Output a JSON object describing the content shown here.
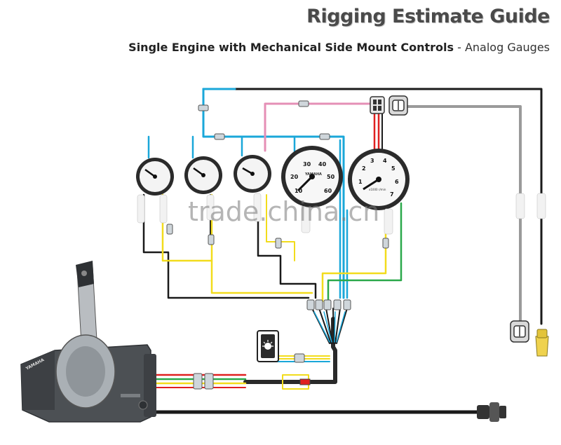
{
  "header": {
    "title": "Rigging Estimate Guide",
    "subtitle_bold": "Single Engine with Mechanical Side Mount Controls",
    "subtitle_rest": " - Analog Gauges"
  },
  "watermark": "trade.china.cn",
  "gauges": {
    "speedometer": {
      "logo": "YAMAHA",
      "numbers": [
        "10",
        "20",
        "30",
        "40",
        "50",
        "60"
      ]
    },
    "tachometer": {
      "unit": "x1000 r/min",
      "numbers": [
        "1",
        "2",
        "3",
        "4",
        "5",
        "6",
        "7"
      ]
    }
  },
  "control": {
    "brand": "YAMAHA"
  },
  "colors": {
    "black": "#1a1a1a",
    "blue": "#1aa7d9",
    "pink": "#e58fb6",
    "red": "#e02020",
    "yellow": "#f2dc1c",
    "green": "#2aa84a",
    "gray": "#9a9a9a",
    "panel": "#4c5054"
  }
}
